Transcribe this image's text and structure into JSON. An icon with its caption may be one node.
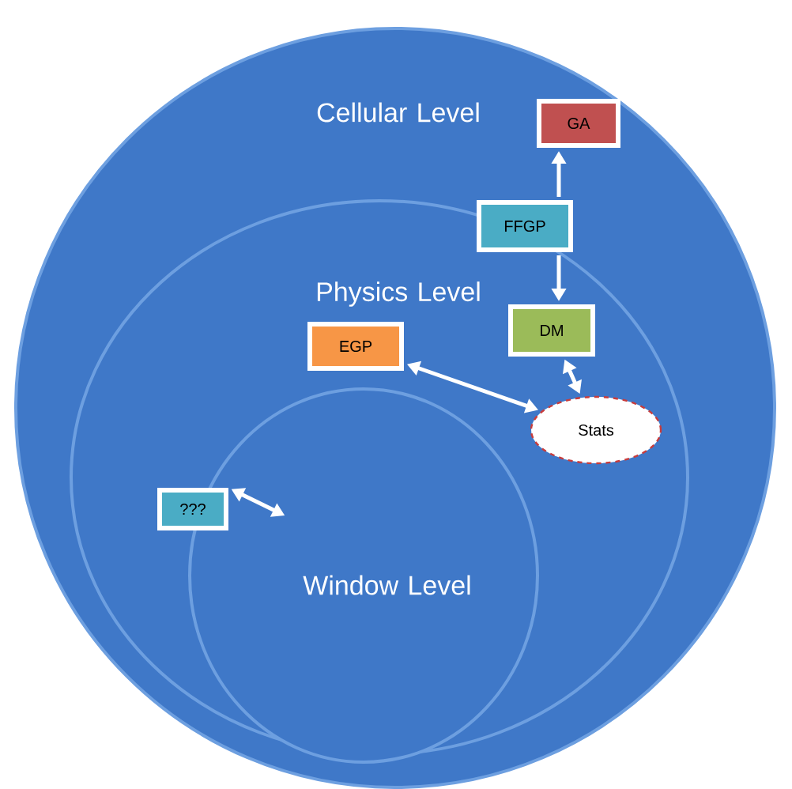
{
  "diagram": {
    "nodes": [
      {
        "text": [
          "Cellular Level"
        ]
      },
      {
        "text": [
          "GA"
        ],
        "in": 0
      },
      {
        "text": [
          "FFGP"
        ],
        "in": 0
      },
      {
        "text": [
          "Physics Level"
        ],
        "in": 0
      },
      {
        "text": [
          "DM"
        ],
        "in": 3
      },
      {
        "text": [
          "EGP"
        ],
        "in": 3
      },
      {
        "text": [
          "Stats"
        ],
        "in": 3
      },
      {
        "text": [
          "Window Level"
        ],
        "in": 3
      },
      {
        "text": [
          "???"
        ],
        "in": 3
      }
    ],
    "edges": [
      {
        "from": 2,
        "to": 1,
        "arrow": "to"
      },
      {
        "from": 2,
        "to": 4,
        "arrow": "to"
      },
      {
        "from": 4,
        "to": 6,
        "arrow": "both"
      },
      {
        "from": 5,
        "to": 6,
        "arrow": "both"
      },
      {
        "from": 8,
        "to": 7,
        "arrow": "both"
      }
    ]
  }
}
